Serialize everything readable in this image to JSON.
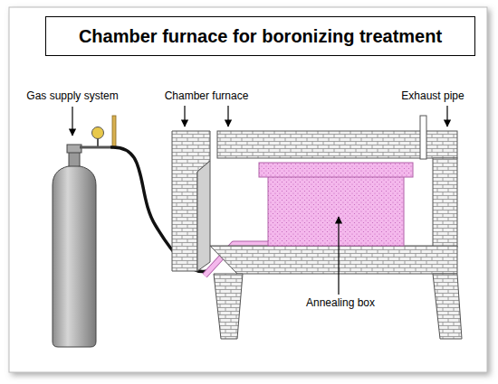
{
  "diagram": {
    "title": "Chamber furnace for boronizing treatment",
    "labels": [
      "Gas supply system",
      "Chamber furnace",
      "Exhaust pipe",
      "Annealing box"
    ]
  }
}
